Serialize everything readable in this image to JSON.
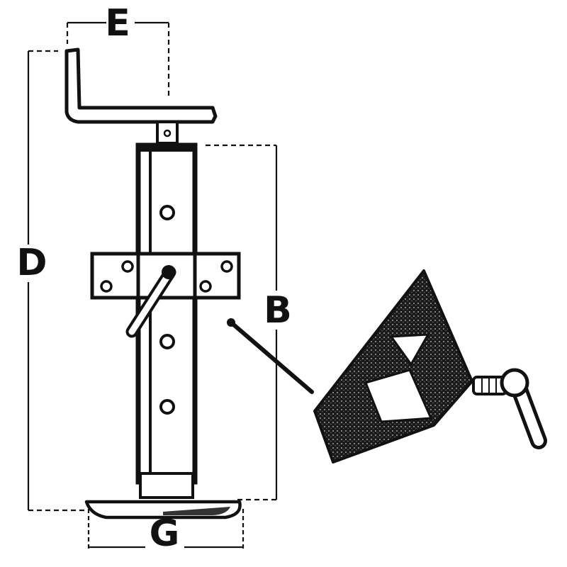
{
  "labels": {
    "e": "E",
    "d": "D",
    "b": "B",
    "g": "G"
  },
  "colors": {
    "ink": "#111111",
    "paper": "#ffffff",
    "shade": "#555555"
  }
}
